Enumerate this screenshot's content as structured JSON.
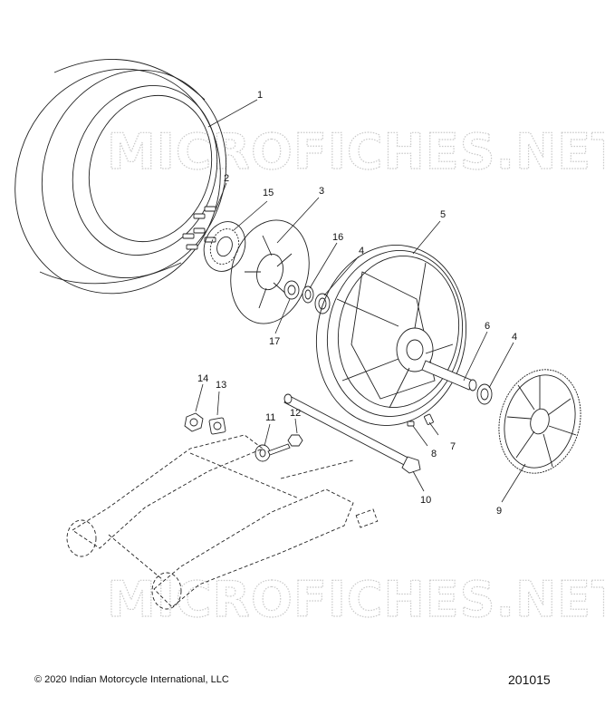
{
  "watermark": "MICROFICHES.NET",
  "copyright_symbol": "©",
  "copyright_text": "2020 Indian Motorcycle International, LLC",
  "figure_number": "201015",
  "callouts": [
    "1",
    "2",
    "3",
    "4",
    "5",
    "6",
    "4",
    "7",
    "8",
    "9",
    "10",
    "11",
    "12",
    "13",
    "14",
    "15",
    "16",
    "17"
  ]
}
